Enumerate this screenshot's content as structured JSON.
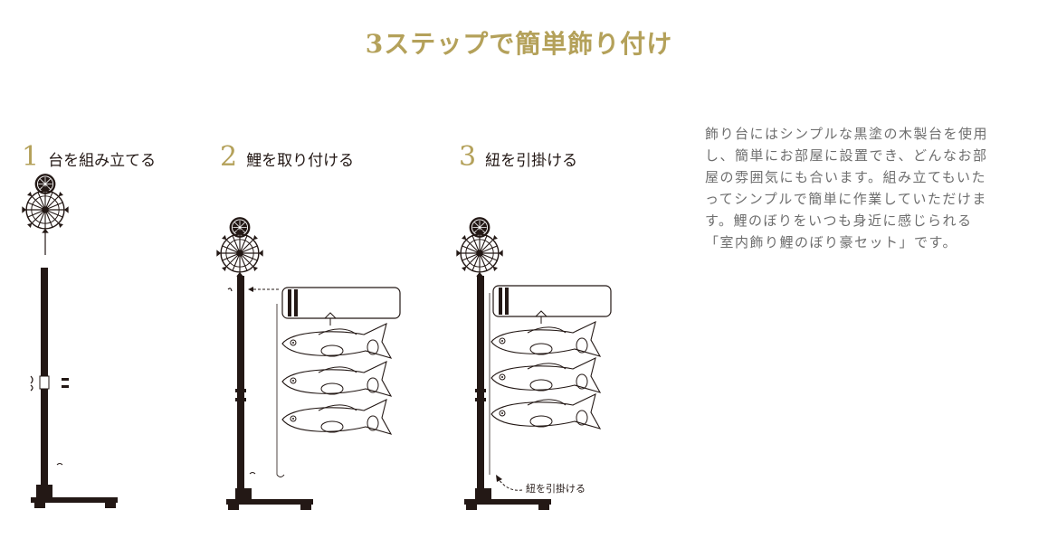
{
  "title": "3ステップで簡単飾り付け",
  "steps": [
    {
      "number": "1",
      "label": "台を組み立てる"
    },
    {
      "number": "2",
      "label": "鯉を取り付ける"
    },
    {
      "number": "3",
      "label": "紐を引掛ける"
    }
  ],
  "step3_callout": "紐を引掛ける",
  "description": [
    "飾り台にはシンプルな黒塗の木製台を使用",
    "し、簡単にお部屋に設置でき、どんなお部",
    "屋の雰囲気にも合います。組み立てもいた",
    "ってシンプルで簡単に作業していただけま",
    "す。鯉のぼりをいつも身近に感じられる",
    "「室内飾り鯉のぼり豪セット」です。"
  ],
  "colors": {
    "accent_gold": "#b4a15a",
    "ink": "#231815",
    "text_gray": "#6e6e6e"
  },
  "icons": [
    "windmill-icon",
    "pole-stand-icon",
    "carp-streamer-icon",
    "arrow-icon"
  ]
}
